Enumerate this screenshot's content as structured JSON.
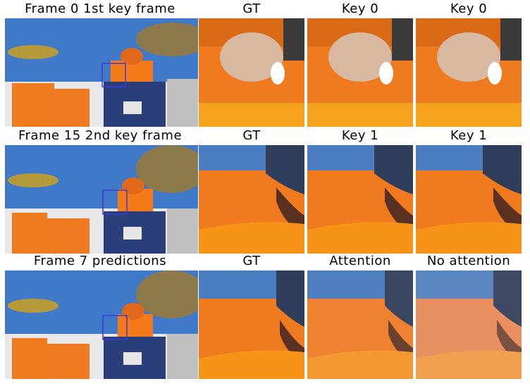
{
  "rows": [
    {
      "frame_label": "Frame 0 1st key frame",
      "col_labels": [
        "GT",
        "Key 0",
        "Key 0"
      ]
    },
    {
      "frame_label": "Frame 15 2nd key frame",
      "col_labels": [
        "GT",
        "Key 1",
        "Key 1"
      ]
    },
    {
      "frame_label": "Frame 7 predictions",
      "col_labels": [
        "GT",
        "Attention",
        "No attention"
      ]
    }
  ],
  "colors": {
    "sky": "#3f79c8",
    "orange": "#f07a1e",
    "drum_blue": "#2a3f7a",
    "crop_box": "#3a3adb"
  }
}
